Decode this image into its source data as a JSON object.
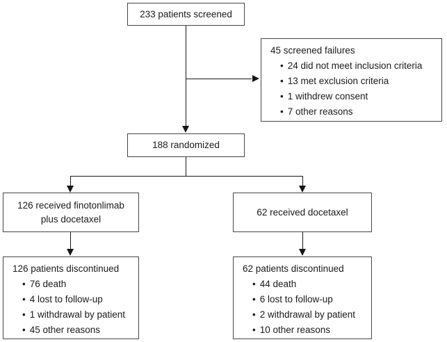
{
  "diagram_type": "consort-patient-flow",
  "bullet": "•",
  "colors": {
    "background": "#ffffff",
    "box_border": "#454545",
    "text": "#1a1a1a",
    "connector": "#161616"
  },
  "flow": {
    "screened": {
      "text": "233 patients screened"
    },
    "screen_failures": {
      "title": "45 screened failures",
      "items": [
        "24 did not meet inclusion criteria",
        "13 met exclusion criteria",
        "1 withdrew consent",
        "7 other reasons"
      ]
    },
    "randomized": {
      "text": "188 randomized"
    },
    "arm_finotonlimab": {
      "text": "126 received finotonlimab plus docetaxel"
    },
    "arm_docetaxel": {
      "text": "62 received docetaxel"
    },
    "discontinued_finotonlimab": {
      "title": "126 patients discontinued",
      "items": [
        "76 death",
        "4 lost to follow-up",
        "1 withdrawal by patient",
        "45 other reasons"
      ]
    },
    "discontinued_docetaxel": {
      "title": "62 patients discontinued",
      "items": [
        "44 death",
        "6 lost to follow-up",
        "2 withdrawal by patient",
        "10 other reasons"
      ]
    }
  }
}
